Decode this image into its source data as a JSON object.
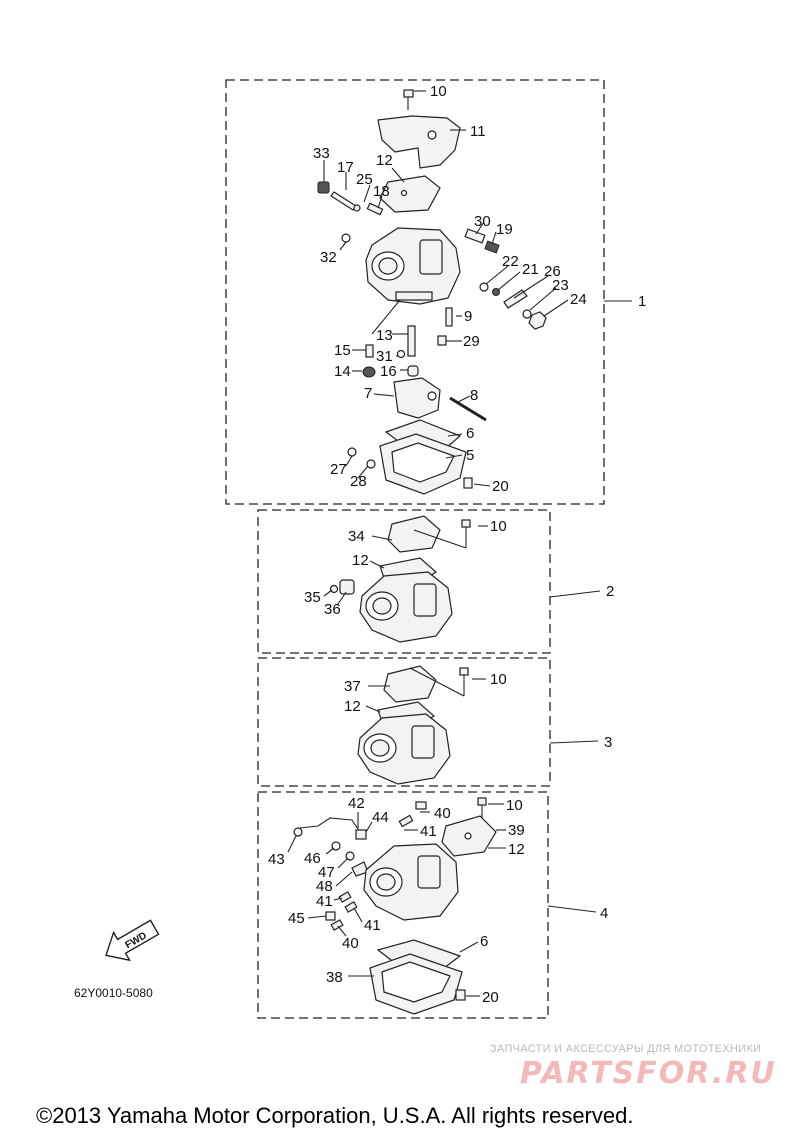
{
  "diagram": {
    "drawing_code": "62Y0010-5080",
    "fwd_label": "FWD",
    "copyright": "©2013 Yamaha Motor Corporation, U.S.A. All rights reserved.",
    "watermark": {
      "caption": "ЗАПЧАСТИ И АКСЕССУАРЫ ДЛЯ МОТОТЕХНИКИ",
      "logo": "PARTSFOR.RU"
    },
    "group_labels": [
      "1",
      "2",
      "3",
      "4"
    ],
    "assembly_1_labels": [
      "10",
      "11",
      "12",
      "33",
      "17",
      "25",
      "18",
      "30",
      "19",
      "32",
      "22",
      "21",
      "26",
      "23",
      "24",
      "13",
      "9",
      "15",
      "31",
      "29",
      "14",
      "16",
      "7",
      "8",
      "6",
      "27",
      "5",
      "28",
      "20"
    ],
    "assembly_2_labels": [
      "34",
      "10",
      "12",
      "35",
      "36"
    ],
    "assembly_3_labels": [
      "37",
      "10",
      "12"
    ],
    "assembly_4_labels": [
      "42",
      "40",
      "10",
      "44",
      "41",
      "39",
      "12",
      "43",
      "46",
      "47",
      "48",
      "41",
      "45",
      "41",
      "40",
      "6",
      "38",
      "20"
    ]
  }
}
